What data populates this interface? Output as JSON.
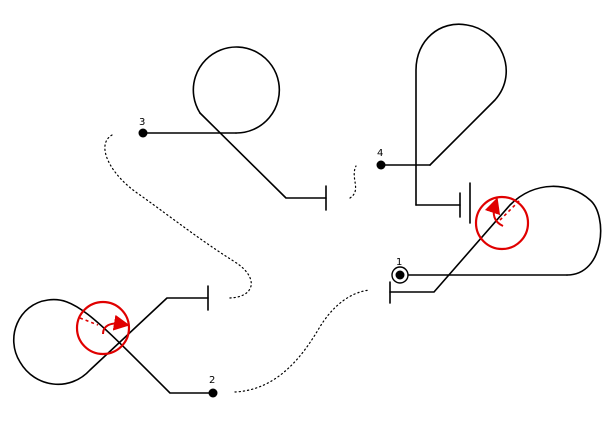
{
  "nodes": [
    {
      "id": "node-1",
      "label": "1",
      "selected": true
    },
    {
      "id": "node-2",
      "label": "2",
      "selected": false
    },
    {
      "id": "node-3",
      "label": "3",
      "selected": false
    },
    {
      "id": "node-4",
      "label": "4",
      "selected": false
    }
  ],
  "colors": {
    "track": "#000000",
    "marker": "#e00000",
    "background": "#ffffff"
  },
  "icons": {
    "direction_marker": "circle-arrow-icon",
    "end_stop": "buffer-stop-icon"
  }
}
